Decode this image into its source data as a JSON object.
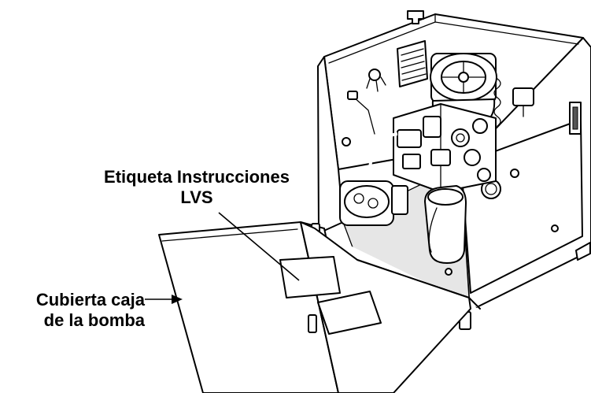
{
  "labels": {
    "instruction_label": {
      "line1": "Etiqueta Instrucciones",
      "line2": "LVS"
    },
    "pump_box_cover": {
      "line1": "Cubierta caja",
      "line2": "de la bomba"
    }
  }
}
